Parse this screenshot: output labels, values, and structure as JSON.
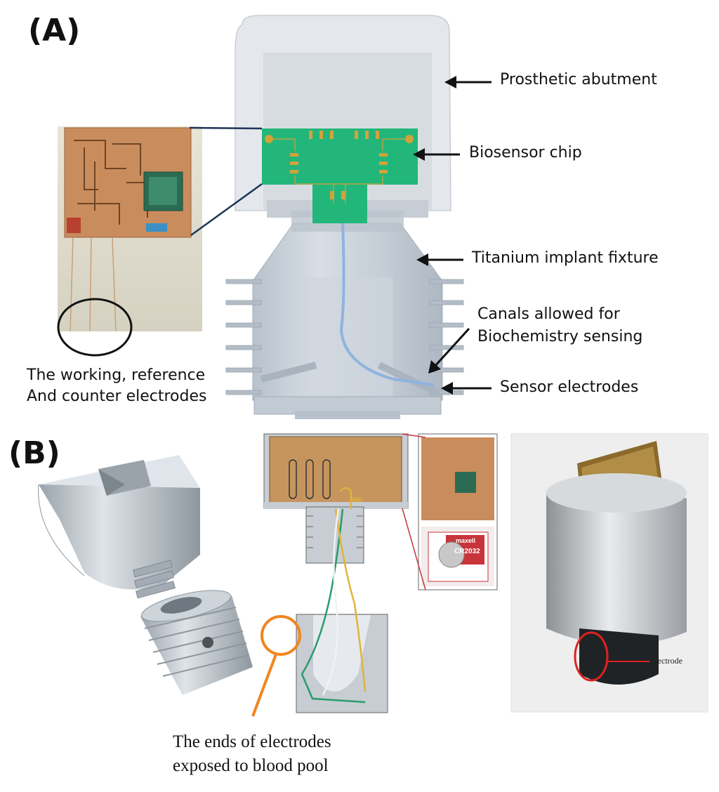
{
  "panels": {
    "a_label": "(A)",
    "b_label": "(B)"
  },
  "panel_a": {
    "callouts": {
      "abutment": "Prosthetic abutment",
      "chip": "Biosensor chip",
      "fixture": "Titanium implant fixture",
      "canals_line1": "Canals allowed for",
      "canals_line2": "Biochemistry sensing",
      "sensor_electrodes": "Sensor electrodes"
    },
    "photo_caption_line1": "The working, reference",
    "photo_caption_line2": "And counter electrodes"
  },
  "panel_b": {
    "caption_line1": "The ends of electrodes",
    "caption_line2": "exposed to blood pool",
    "we_label": "WE",
    "battery_brand": "maxell",
    "battery_model": "CR2032",
    "photo_label": "electrode"
  },
  "colors": {
    "abutment": "#dfe3e8",
    "fixture": "#c9d2db",
    "chip": "#22b67a",
    "chip_trace": "#d3a23a",
    "copper": "#c98c5c",
    "wire_blue": "#8fb3e0",
    "callout_orange": "#f0861e",
    "arrow": "#111111",
    "leader_navy": "#1d3557"
  }
}
